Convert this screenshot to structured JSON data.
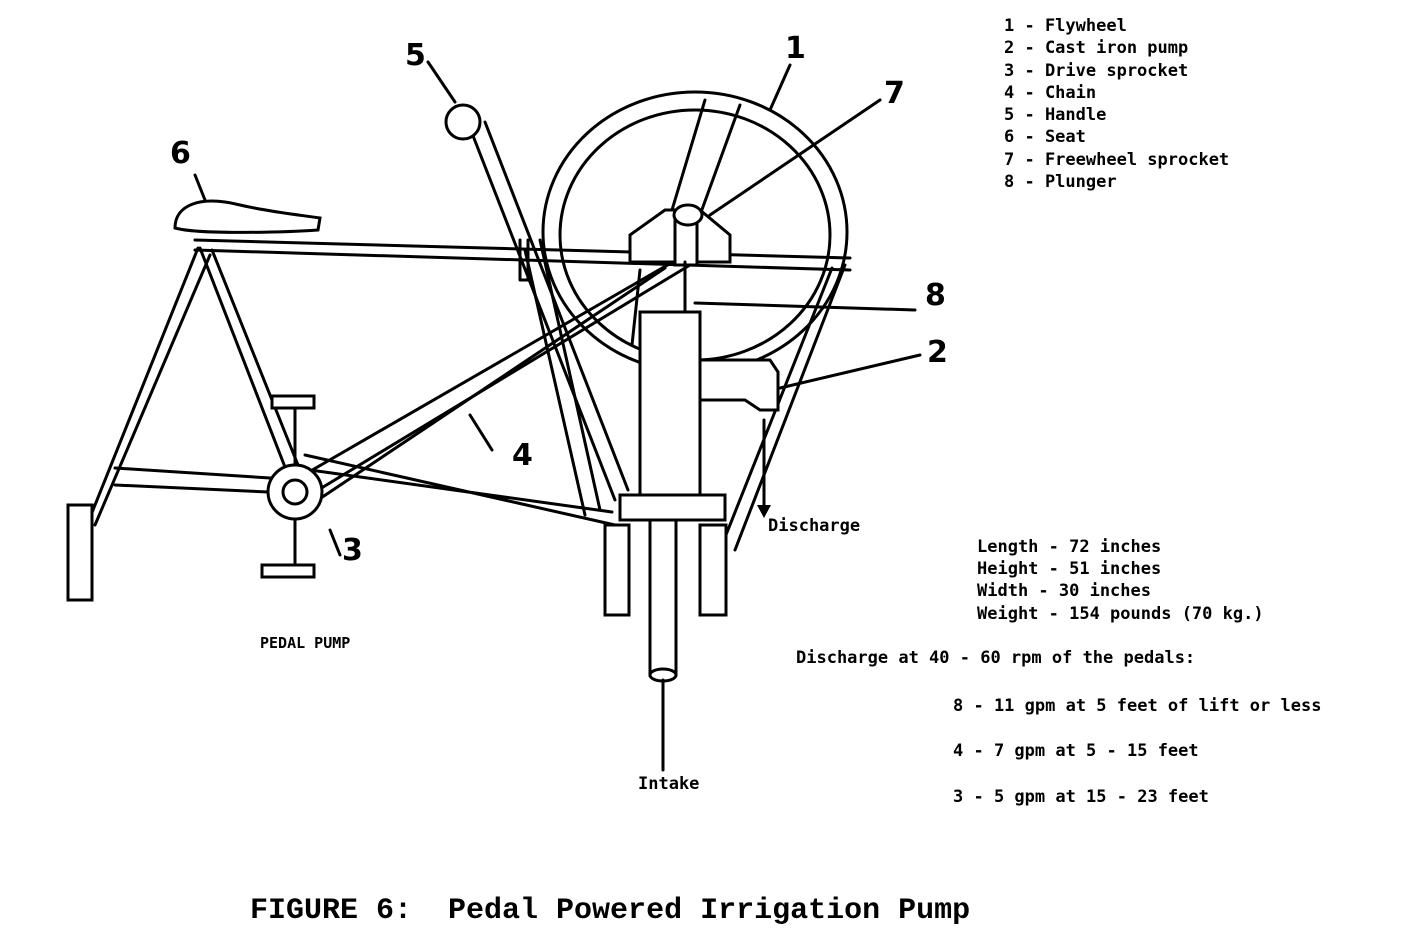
{
  "legend": [
    "1 - Flywheel",
    "2 - Cast iron pump",
    "3 - Drive sprocket",
    "4 - Chain",
    "5 - Handle",
    "6 - Seat",
    "7 - Freewheel sprocket",
    "8 - Plunger"
  ],
  "callouts": {
    "n1": "1",
    "n2": "2",
    "n3": "3",
    "n4": "4",
    "n5": "5",
    "n6": "6",
    "n7": "7",
    "n8": "8"
  },
  "labels": {
    "discharge": "Discharge",
    "intake": "Intake",
    "pedal_pump": "PEDAL PUMP"
  },
  "specs": [
    "Length - 72 inches",
    "Height - 51 inches",
    "Width  - 30 inches",
    "Weight - 154 pounds (70 kg.)"
  ],
  "discharge_heading": "Discharge at 40 - 60 rpm of the pedals:",
  "discharge_rates": [
    "8 - 11 gpm at 5 feet of lift or less",
    "4 - 7  gpm at 5 - 15 feet",
    "3 - 5  gpm at 15 - 23 feet"
  ],
  "caption": "FIGURE 6:  Pedal Powered Irrigation Pump"
}
